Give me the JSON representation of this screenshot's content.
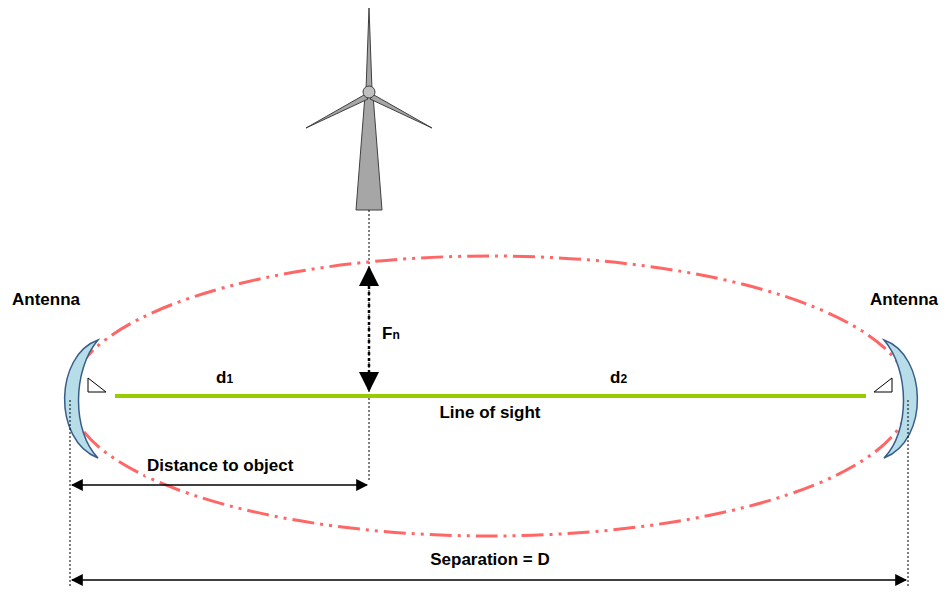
{
  "diagram": {
    "labels": [
      "Antenna",
      "Antenna",
      "Fn",
      "d1",
      "d2",
      "Line of sight",
      "Distance to object",
      "Separation = D"
    ]
  }
}
